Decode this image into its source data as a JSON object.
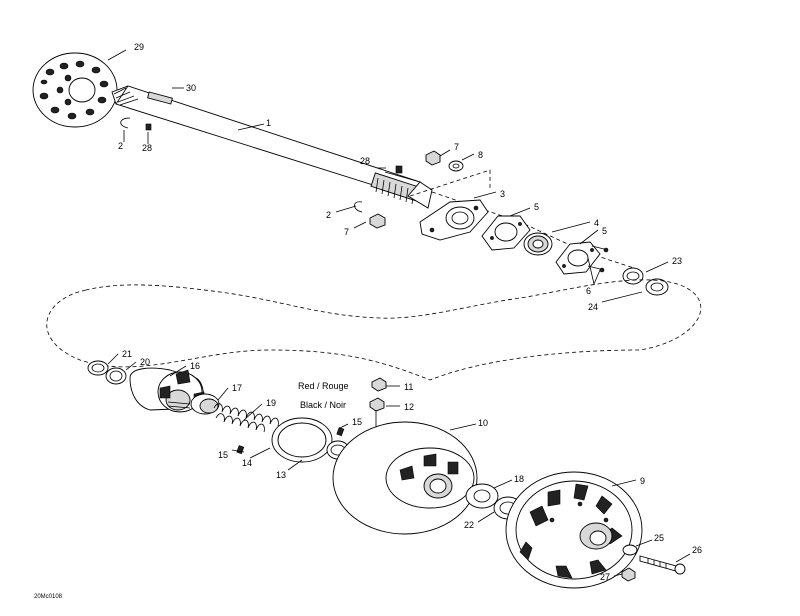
{
  "callouts": {
    "c1": "1",
    "c2a": "2",
    "c2b": "2",
    "c3": "3",
    "c4": "4",
    "c5a": "5",
    "c5b": "5",
    "c6": "6",
    "c7a": "7",
    "c7b": "7",
    "c8": "8",
    "c9": "9",
    "c10": "10",
    "c11": "11",
    "c12": "12",
    "c13": "13",
    "c14": "14",
    "c15a": "15",
    "c15b": "15",
    "c16": "16",
    "c17": "17",
    "c18": "18",
    "c19": "19",
    "c20": "20",
    "c21": "21",
    "c22": "22",
    "c23": "23",
    "c24": "24",
    "c25": "25",
    "c26": "26",
    "c27": "27",
    "c28a": "28",
    "c28b": "28",
    "c29": "29",
    "c30": "30"
  },
  "notes": {
    "red": "Red / Rouge",
    "black": "Black / Noir"
  },
  "figure_code": "20Mc0108"
}
